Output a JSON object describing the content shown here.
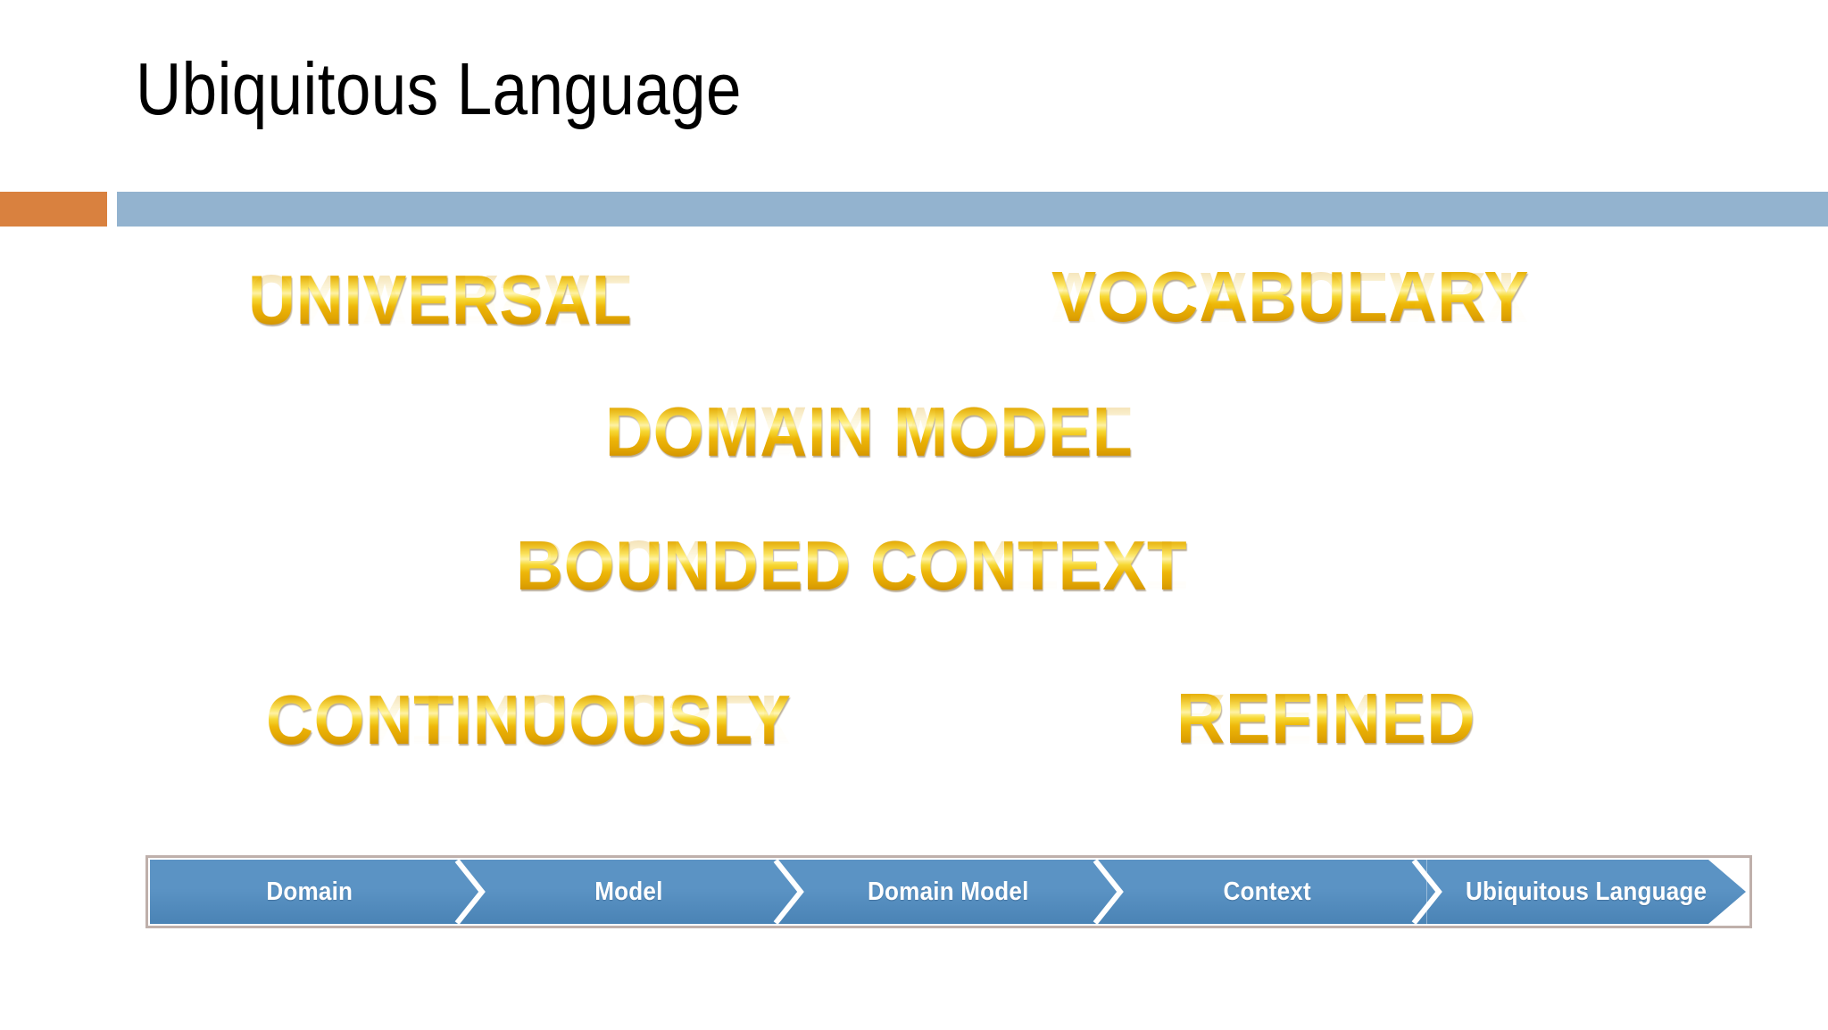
{
  "slide": {
    "title": "Ubiquitous Language",
    "background_color": "#ffffff",
    "accent_orange": "#d9813f",
    "accent_blue": "#93b3cf"
  },
  "wordart": {
    "gold_top_color": "#b8860b",
    "gold_mid_color": "#fff6b4",
    "gold_bottom_color": "#b8790a",
    "items": [
      {
        "text": "UNIVERSAL"
      },
      {
        "text": "VOCABULARY"
      },
      {
        "text": "DOMAIN MODEL"
      },
      {
        "text": "BOUNDED CONTEXT"
      },
      {
        "text": "CONTINUOUSLY"
      },
      {
        "text": "REFINED"
      }
    ]
  },
  "process_bar": {
    "fill_color": "#5b93c4",
    "border_color": "#bfb0ab",
    "label_color": "#ffffff",
    "steps": [
      {
        "label": "Domain"
      },
      {
        "label": "Model"
      },
      {
        "label": "Domain Model"
      },
      {
        "label": "Context"
      },
      {
        "label": "Ubiquitous Language"
      }
    ]
  }
}
